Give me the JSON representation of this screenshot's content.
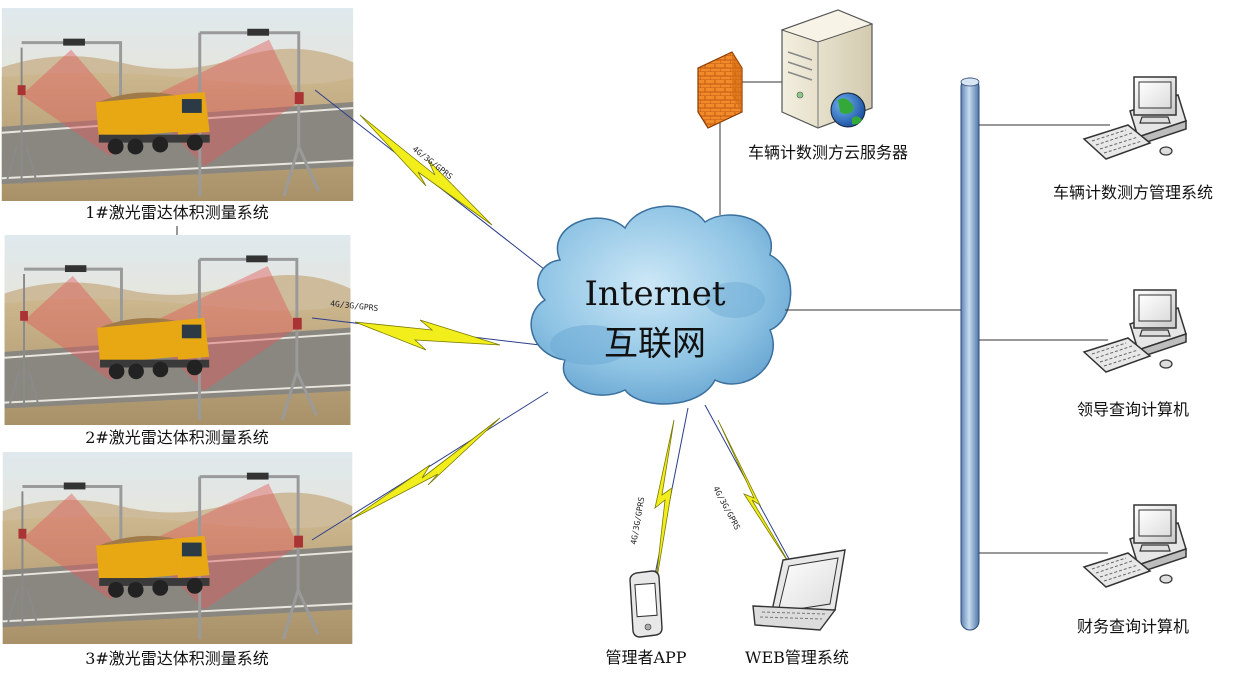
{
  "systems": [
    {
      "label": "1#激光雷达体积测量系统",
      "link": "4G/3G/GPRS"
    },
    {
      "label": "2#激光雷达体积测量系统",
      "link": "4G/3G/GPRS"
    },
    {
      "label": "3#激光雷达体积测量系统",
      "link": ""
    }
  ],
  "cloud": {
    "line1": "Internet",
    "line2": "互联网"
  },
  "server": {
    "label": "车辆计数测方云服务器"
  },
  "clients": [
    {
      "label": "车辆计数测方管理系统"
    },
    {
      "label": "领导查询计算机"
    },
    {
      "label": "财务查询计算机"
    }
  ],
  "mobile": {
    "label": "管理者APP",
    "link": "4G/3G/GPRS"
  },
  "web": {
    "label": "WEB管理系统",
    "link": "4G/3G/GPRS"
  },
  "colors": {
    "lightning": "#f2ee1c",
    "cloud": "#8fc8e8",
    "bus": "#8fb5d8",
    "laser": "#e05a5a"
  }
}
